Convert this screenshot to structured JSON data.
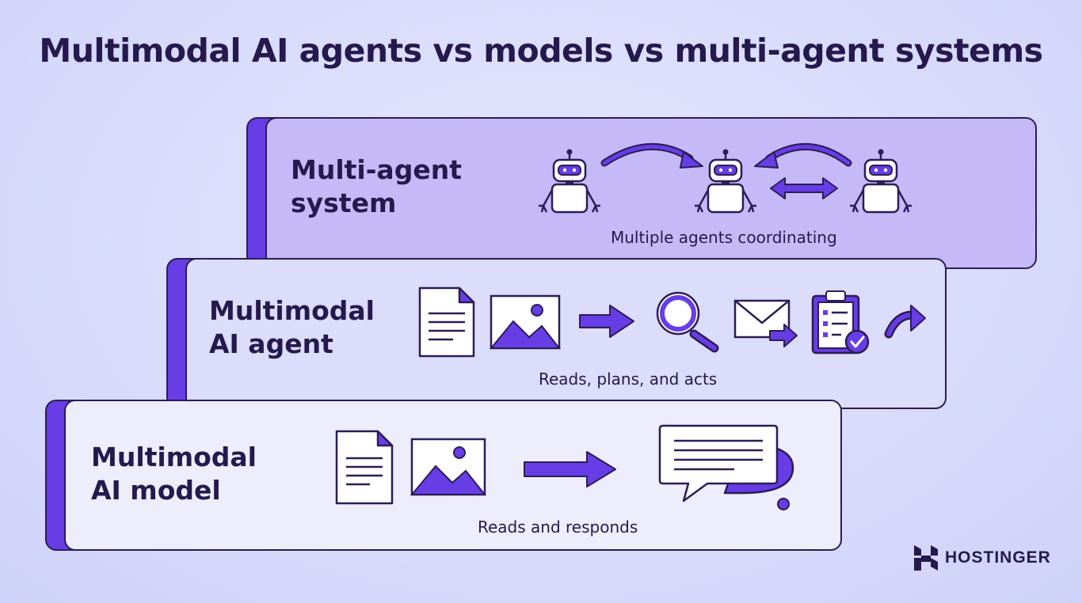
{
  "title": "Multimodal AI agents vs models vs multi-agent systems",
  "cards": {
    "system": {
      "label_line1": "Multi-agent",
      "label_line2": "system",
      "caption": "Multiple agents coordinating",
      "icons": [
        "robot-icon",
        "curved-arrow-icon",
        "robot-icon",
        "curved-arrow-icon",
        "double-arrow-icon",
        "robot-icon"
      ]
    },
    "agent": {
      "label_line1": "Multimodal",
      "label_line2": "AI agent",
      "caption": "Reads, plans, and acts",
      "icons": [
        "document-icon",
        "image-icon",
        "arrow-right-icon",
        "magnifier-icon",
        "email-icon",
        "clipboard-check-icon",
        "curved-arrow-icon"
      ]
    },
    "model": {
      "label_line1": "Multimodal",
      "label_line2": "AI model",
      "caption": "Reads and responds",
      "icons": [
        "document-icon",
        "image-icon",
        "arrow-right-icon",
        "speech-bubble-icon"
      ]
    }
  },
  "brand": {
    "name": "HOSTINGER",
    "icon": "hostinger-logo-icon"
  },
  "colors": {
    "accent": "#673de6",
    "ink": "#241a4d",
    "system_bg": "#c5b9f7",
    "agent_bg": "#dcdcfb",
    "model_bg": "#ededfc",
    "page_bg": "#dcdffb"
  }
}
